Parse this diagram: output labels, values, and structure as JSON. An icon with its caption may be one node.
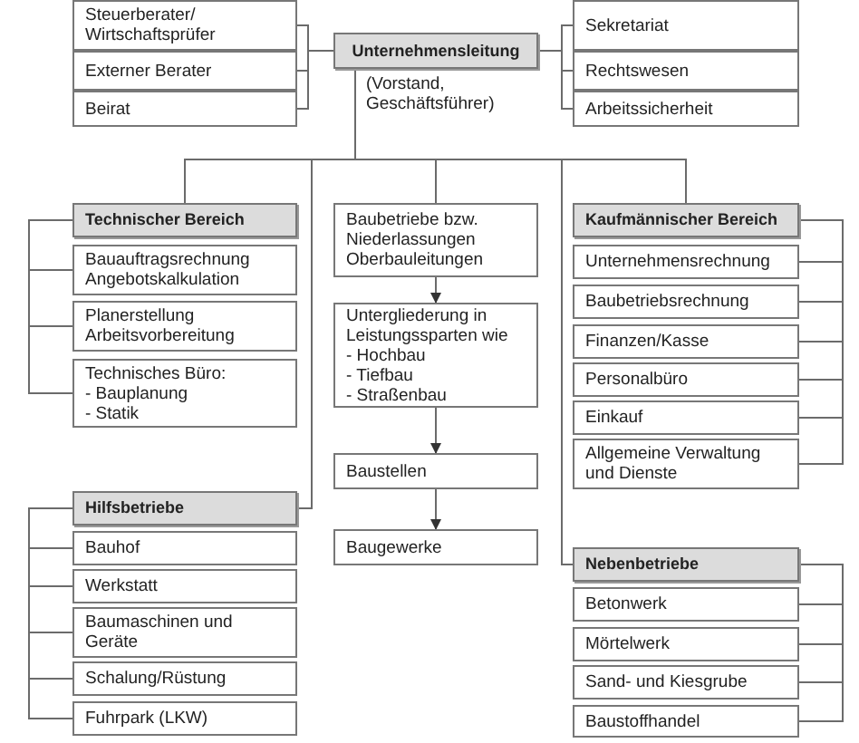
{
  "diagram": {
    "nodes": [
      {
        "text": [
          "Unternehmensleitung"
        ],
        "beside": [
          "(Vorstand, Geschäftsführer)"
        ]
      },
      {
        "text": [
          "Steuerberater/ Wirtschaftsprüfer"
        ]
      },
      {
        "text": [
          "Externer Berater"
        ]
      },
      {
        "text": [
          "Beirat"
        ]
      },
      {
        "text": [
          "Sekretariat"
        ]
      },
      {
        "text": [
          "Rechtswesen"
        ]
      },
      {
        "text": [
          "Arbeitssicherheit"
        ]
      },
      {
        "text": [
          "Technischer Bereich"
        ]
      },
      {
        "text": [
          "Bauauftragsrechnung Angebotskalkulation"
        ]
      },
      {
        "text": [
          "Planerstellung Arbeitsvorbereitung"
        ]
      },
      {
        "text": [
          "Technisches Büro:",
          "- Bauplanung",
          "- Statik"
        ]
      },
      {
        "text": [
          "Baubetriebe bzw. Niederlassungen Oberbauleitungen"
        ]
      },
      {
        "text": [
          "Untergliederung in Leistungssparten wie",
          "- Hochbau",
          "- Tiefbau",
          "- Straßenbau"
        ]
      },
      {
        "text": [
          "Baustellen"
        ]
      },
      {
        "text": [
          "Baugewerke"
        ]
      },
      {
        "text": [
          "Kaufmännischer Bereich"
        ]
      },
      {
        "text": [
          "Unternehmensrechnung"
        ]
      },
      {
        "text": [
          "Baubetriebsrechnung"
        ]
      },
      {
        "text": [
          "Finanzen/Kasse"
        ]
      },
      {
        "text": [
          "Personalbüro"
        ]
      },
      {
        "text": [
          "Einkauf"
        ]
      },
      {
        "text": [
          "Allgemeine Verwaltung und Dienste"
        ]
      },
      {
        "text": [
          "Hilfsbetriebe"
        ]
      },
      {
        "text": [
          "Bauhof"
        ]
      },
      {
        "text": [
          "Werkstatt"
        ]
      },
      {
        "text": [
          "Baumaschinen und Geräte"
        ]
      },
      {
        "text": [
          "Schalung/Rüstung"
        ]
      },
      {
        "text": [
          "Fuhrpark (LKW)"
        ]
      },
      {
        "text": [
          "Nebenbetriebe"
        ]
      },
      {
        "text": [
          "Betonwerk"
        ]
      },
      {
        "text": [
          "Mörtelwerk"
        ]
      },
      {
        "text": [
          "Sand- und Kiesgrube"
        ]
      },
      {
        "text": [
          "Baustoffhandel"
        ]
      }
    ],
    "edges": [
      {
        "from": 0,
        "to": 1,
        "arrow": "none"
      },
      {
        "from": 0,
        "to": 2,
        "arrow": "none"
      },
      {
        "from": 0,
        "to": 3,
        "arrow": "none"
      },
      {
        "from": 0,
        "to": 4,
        "arrow": "none"
      },
      {
        "from": 0,
        "to": 5,
        "arrow": "none"
      },
      {
        "from": 0,
        "to": 6,
        "arrow": "none"
      },
      {
        "from": 0,
        "to": 7,
        "arrow": "none"
      },
      {
        "from": 0,
        "to": 11,
        "arrow": "none"
      },
      {
        "from": 0,
        "to": 15,
        "arrow": "none"
      },
      {
        "from": 0,
        "to": 22,
        "arrow": "none"
      },
      {
        "from": 0,
        "to": 28,
        "arrow": "none"
      },
      {
        "from": 11,
        "to": 12,
        "arrow": "to"
      },
      {
        "from": 12,
        "to": 13,
        "arrow": "to"
      },
      {
        "from": 13,
        "to": 14,
        "arrow": "to"
      },
      {
        "from": 7,
        "to": 8,
        "arrow": "none"
      },
      {
        "from": 7,
        "to": 9,
        "arrow": "none"
      },
      {
        "from": 7,
        "to": 10,
        "arrow": "none"
      },
      {
        "from": 15,
        "to": 16,
        "arrow": "none"
      },
      {
        "from": 15,
        "to": 17,
        "arrow": "none"
      },
      {
        "from": 15,
        "to": 18,
        "arrow": "none"
      },
      {
        "from": 15,
        "to": 19,
        "arrow": "none"
      },
      {
        "from": 15,
        "to": 20,
        "arrow": "none"
      },
      {
        "from": 15,
        "to": 21,
        "arrow": "none"
      },
      {
        "from": 22,
        "to": 23,
        "arrow": "none"
      },
      {
        "from": 22,
        "to": 24,
        "arrow": "none"
      },
      {
        "from": 22,
        "to": 25,
        "arrow": "none"
      },
      {
        "from": 22,
        "to": 26,
        "arrow": "none"
      },
      {
        "from": 22,
        "to": 27,
        "arrow": "none"
      },
      {
        "from": 28,
        "to": 29,
        "arrow": "none"
      },
      {
        "from": 28,
        "to": 30,
        "arrow": "none"
      },
      {
        "from": 28,
        "to": 31,
        "arrow": "none"
      },
      {
        "from": 28,
        "to": 32,
        "arrow": "none"
      }
    ]
  }
}
